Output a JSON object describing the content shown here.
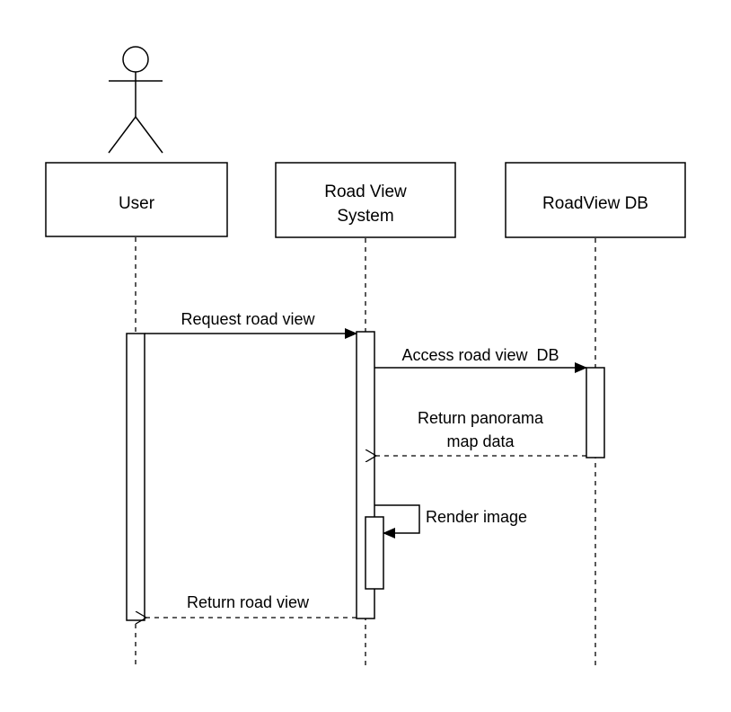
{
  "participants": {
    "user": {
      "label": "User"
    },
    "system": {
      "label_line1": "Road View",
      "label_line2": "System"
    },
    "db": {
      "label": "RoadView DB"
    }
  },
  "messages": {
    "request_road_view": "Request road view",
    "access_db": "Access road view  DB",
    "return_panorama_line1": "Return panorama",
    "return_panorama_line2": "map data",
    "render_image": "Render image",
    "return_road_view": "Return road view"
  }
}
